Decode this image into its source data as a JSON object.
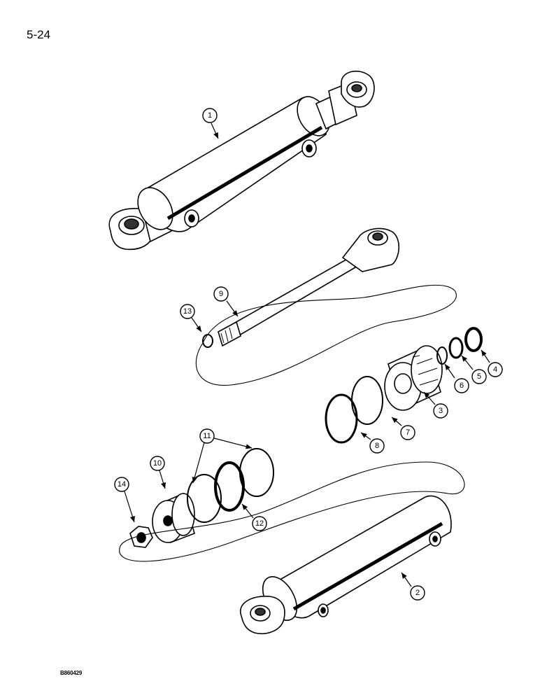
{
  "page_number": "5-24",
  "figure_code": "B860429",
  "callouts": {
    "c1": "1",
    "c2": "2",
    "c3": "3",
    "c4": "4",
    "c5": "5",
    "c6": "6",
    "c7": "7",
    "c8": "8",
    "c9": "9",
    "c10": "10",
    "c11": "11",
    "c12": "12",
    "c13": "13",
    "c14": "14"
  }
}
